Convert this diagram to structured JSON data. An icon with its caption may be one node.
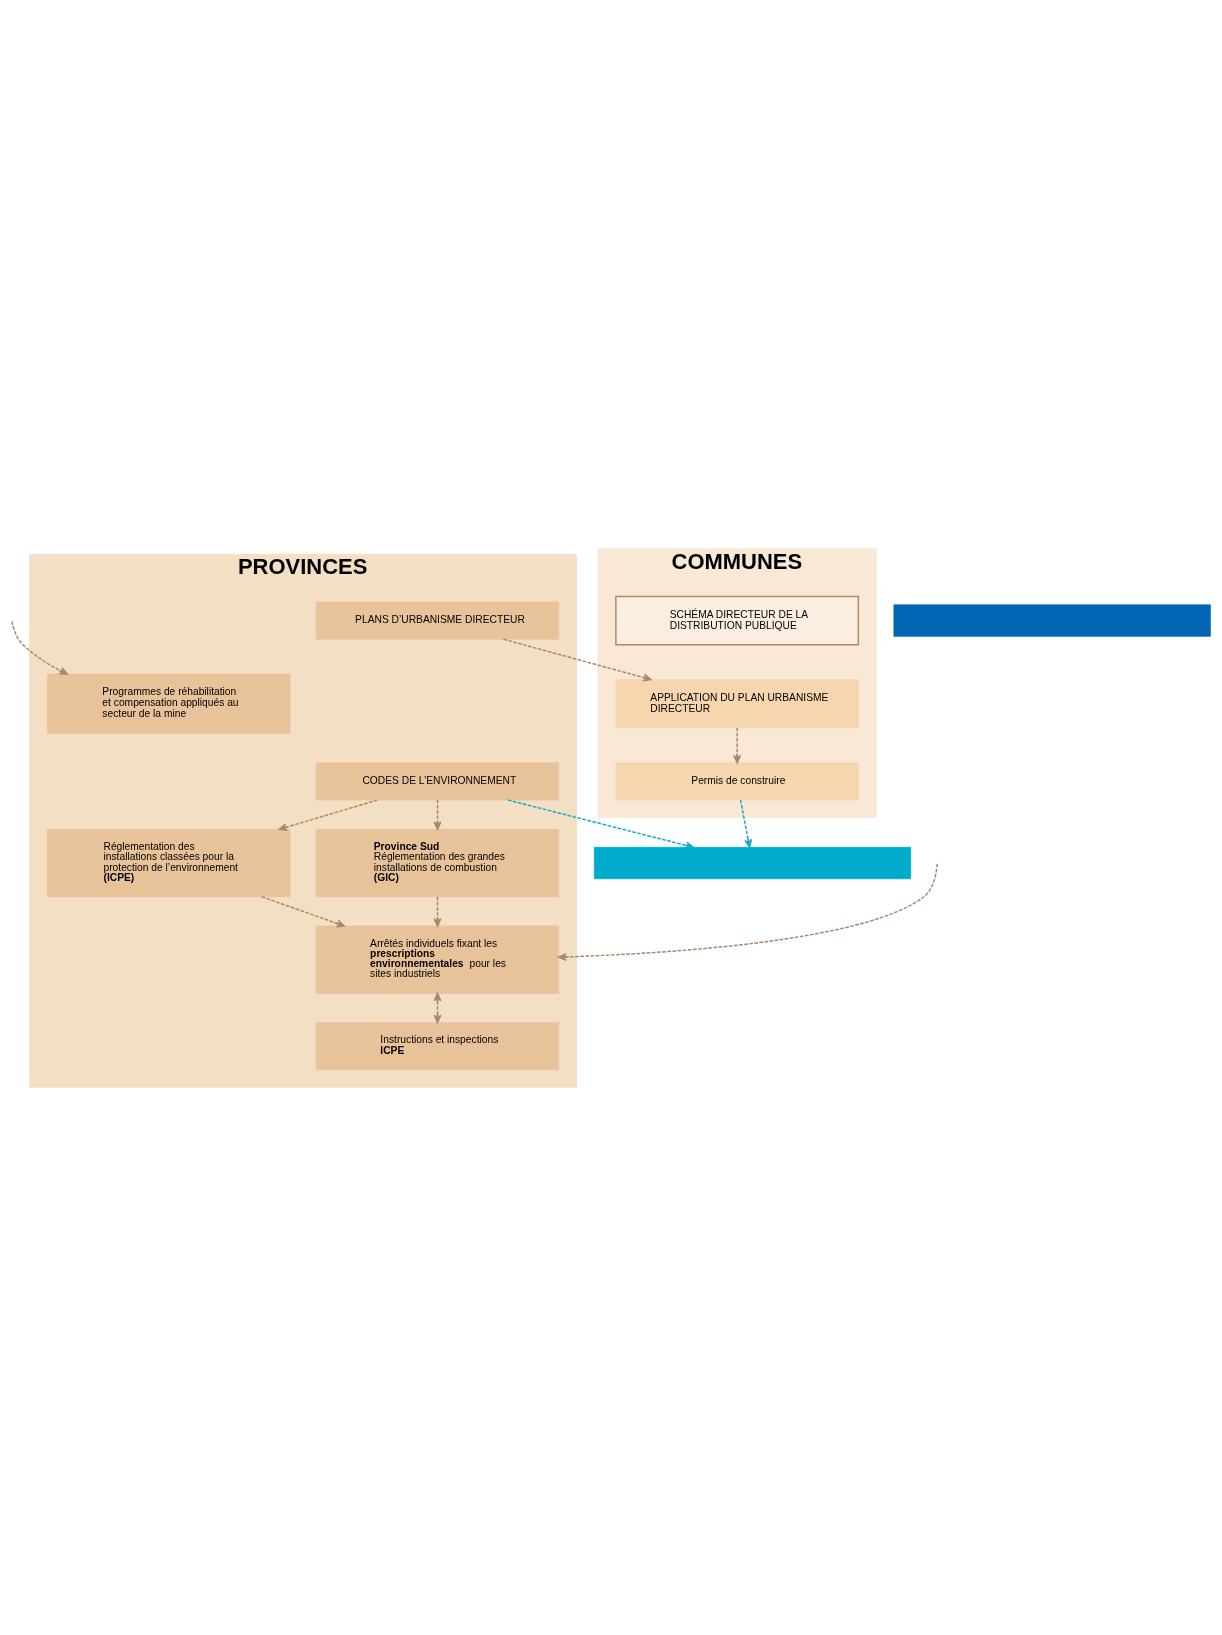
{
  "diagram": {
    "nodes": [
      {
        "text": [
          "PROVINCES"
        ]
      },
      {
        "text": [
          "PLANS D’URBANISME DIRECTEUR"
        ],
        "in": 0
      },
      {
        "text": [
          "CODES DE L’ENVIRONNEMENT"
        ],
        "in": 0
      },
      {
        "text": [
          "Réglementation des installations classées pour la protection de l’environnement **(ICPE)**"
        ],
        "in": 0
      },
      {
        "text": [
          "Province Sud",
          "Réglementation des grandes installations de combustion **(GIC)**"
        ],
        "in": 0
      },
      {
        "text": [
          "Arrêtés individuels fixant les **prescriptions environnementales** pour les sites industriels"
        ],
        "in": 0
      },
      {
        "text": [
          "Instructions et inspections **ICPE**"
        ],
        "in": 0
      },
      {
        "text": [
          "Programmes de réhabilitation et compensation appliqués au secteur de la mine"
        ],
        "in": 0
      },
      {
        "text": [
          "COMMUNES"
        ]
      },
      {
        "text": [
          "APPLICATION DU PLAN URBANISME DIRECTEUR"
        ],
        "in": 8
      },
      {
        "text": [
          "Permis de construire"
        ],
        "in": 8
      },
      {
        "text": [
          "SCHÉMA DIRECTEUR DE LA DISTRIBUTION PUBLIQUE"
        ],
        "in": 8
      },
      {
        "text": [],
        "shape": "bar"
      },
      {
        "text": [],
        "shape": "bar"
      }
    ],
    "edges": [
      {
        "from": 1,
        "to": 9,
        "arrow": "to",
        "style": "dashed"
      },
      {
        "from": 9,
        "to": 10,
        "arrow": "to",
        "style": "dashed"
      },
      {
        "from": 2,
        "to": 3,
        "arrow": "to",
        "style": "dashed"
      },
      {
        "from": 2,
        "to": 4,
        "arrow": "to",
        "style": "dashed"
      },
      {
        "from": 3,
        "to": 5,
        "arrow": "to",
        "style": "dashed"
      },
      {
        "from": 4,
        "to": 5,
        "arrow": "to",
        "style": "dashed"
      },
      {
        "from": 2,
        "to": 13,
        "arrow": "to",
        "style": "dashed",
        "color": "#19a7c9"
      },
      {
        "from": 10,
        "to": 13,
        "arrow": "to",
        "style": "dashed",
        "color": "#19a7c9"
      },
      {
        "from": null,
        "to": 5,
        "arrow": "to",
        "style": "dashed"
      },
      {
        "from": null,
        "to": 7,
        "arrow": "to",
        "style": "dashed"
      },
      {
        "from": 5,
        "to": 6,
        "arrow": "both",
        "style": "dashed"
      }
    ]
  }
}
